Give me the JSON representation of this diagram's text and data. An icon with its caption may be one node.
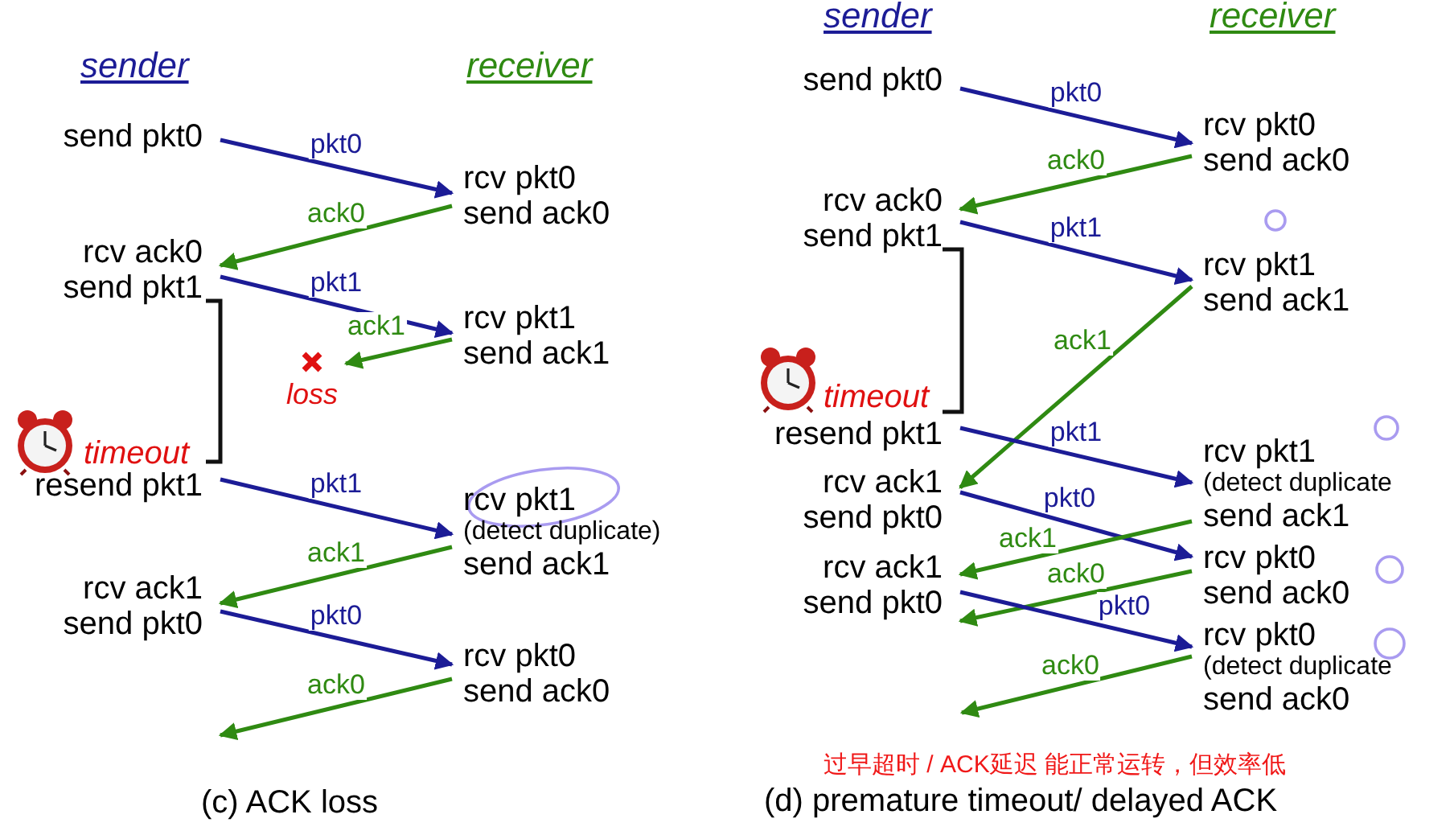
{
  "diagram": {
    "nodes": [
      {
        "text": [
          "send pkt0"
        ]
      },
      {
        "text": [
          "rcv pkt0",
          "send ack0"
        ]
      },
      {
        "text": [
          "rcv ack0",
          "send pkt1"
        ]
      },
      {
        "text": [
          "rcv pkt1",
          "send ack1"
        ]
      },
      {
        "text": [
          "loss"
        ]
      },
      {
        "text": [
          "resend pkt1"
        ]
      },
      {
        "text": [
          "rcv pkt1",
          "(detect duplicate)",
          "send ack1"
        ]
      },
      {
        "text": [
          "rcv ack1",
          "send pkt0"
        ]
      },
      {
        "text": [
          "rcv pkt0",
          "send ack0"
        ]
      },
      {
        "text": [
          "send pkt0"
        ]
      },
      {
        "text": [
          "rcv pkt0",
          "send ack0"
        ]
      },
      {
        "text": [
          "rcv ack0",
          "send pkt1"
        ]
      },
      {
        "text": [
          "rcv pkt1",
          "send ack1"
        ]
      },
      {
        "text": [
          "resend pkt1"
        ]
      },
      {
        "text": [
          "rcv ack1",
          "send pkt0"
        ]
      },
      {
        "text": [
          "rcv pkt1",
          "(detect duplicate",
          "send ack1"
        ]
      },
      {
        "text": [
          "rcv ack1",
          "send pkt0"
        ]
      },
      {
        "text": [
          "rcv pkt0",
          "send ack0"
        ]
      },
      {
        "text": [
          "rcv pkt0",
          "(detect duplicate",
          "send ack0"
        ]
      }
    ],
    "edges": [
      {
        "from": 0,
        "to": 1,
        "arrow": "to",
        "label": "pkt0",
        "color": "#1c1c96"
      },
      {
        "from": 1,
        "to": 2,
        "arrow": "to",
        "label": "ack0",
        "color": "#2f8a12"
      },
      {
        "from": 2,
        "to": 3,
        "arrow": "to",
        "label": "pkt1",
        "color": "#1c1c96"
      },
      {
        "from": 3,
        "to": 4,
        "arrow": "to",
        "label": "ack1",
        "color": "#2f8a12"
      },
      {
        "from": 5,
        "to": 6,
        "arrow": "to",
        "label": "pkt1",
        "color": "#1c1c96"
      },
      {
        "from": 6,
        "to": 7,
        "arrow": "to",
        "label": "ack1",
        "color": "#2f8a12"
      },
      {
        "from": 7,
        "to": 8,
        "arrow": "to",
        "label": "pkt0",
        "color": "#1c1c96"
      },
      {
        "from": 8,
        "to": null,
        "arrow": "to",
        "label": "ack0",
        "color": "#2f8a12"
      },
      {
        "from": 9,
        "to": 10,
        "arrow": "to",
        "label": "pkt0",
        "color": "#1c1c96"
      },
      {
        "from": 10,
        "to": 11,
        "arrow": "to",
        "label": "ack0",
        "color": "#2f8a12"
      },
      {
        "from": 11,
        "to": 12,
        "arrow": "to",
        "label": "pkt1",
        "color": "#1c1c96"
      },
      {
        "from": 12,
        "to": 14,
        "arrow": "to",
        "label": "ack1",
        "color": "#2f8a12"
      },
      {
        "from": 13,
        "to": 15,
        "arrow": "to",
        "label": "pkt1",
        "color": "#1c1c96"
      },
      {
        "from": 14,
        "to": 17,
        "arrow": "to",
        "label": "pkt0",
        "color": "#1c1c96"
      },
      {
        "from": 15,
        "to": 16,
        "arrow": "to",
        "label": "ack1",
        "color": "#2f8a12"
      },
      {
        "from": 17,
        "to": 16,
        "arrow": "to",
        "label": "ack0",
        "color": "#2f8a12"
      },
      {
        "from": 16,
        "to": 18,
        "arrow": "to",
        "label": "pkt0",
        "color": "#1c1c96"
      },
      {
        "from": 18,
        "to": null,
        "arrow": "to",
        "label": "ack0",
        "color": "#2f8a12"
      }
    ],
    "labels": [
      "sender",
      "receiver",
      "sender",
      "receiver",
      "timeout",
      "timeout",
      "过早超时 / ACK延迟 能正常运转，但效率低",
      "(c) ACK loss",
      "(d) premature timeout/ delayed ACK"
    ]
  }
}
